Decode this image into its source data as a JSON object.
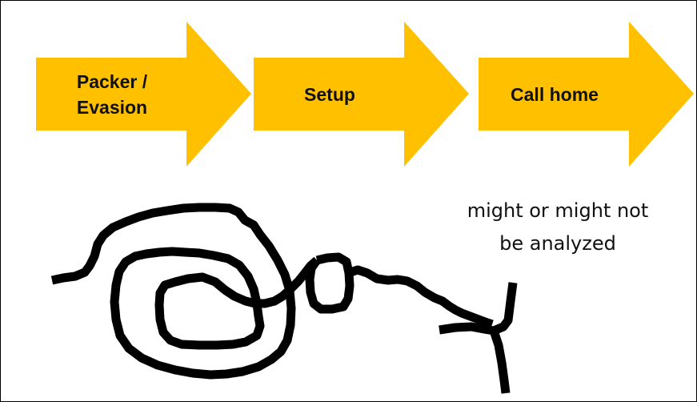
{
  "diagram": {
    "steps": [
      {
        "label": "Packer /\nEvasion"
      },
      {
        "label": "Setup"
      },
      {
        "label": "Call home"
      }
    ],
    "note": "might or might not\nbe analyzed",
    "colors": {
      "arrow_fill": "#FFC000",
      "text": "#111111",
      "scribble": "#000000",
      "border": "#000000"
    }
  }
}
